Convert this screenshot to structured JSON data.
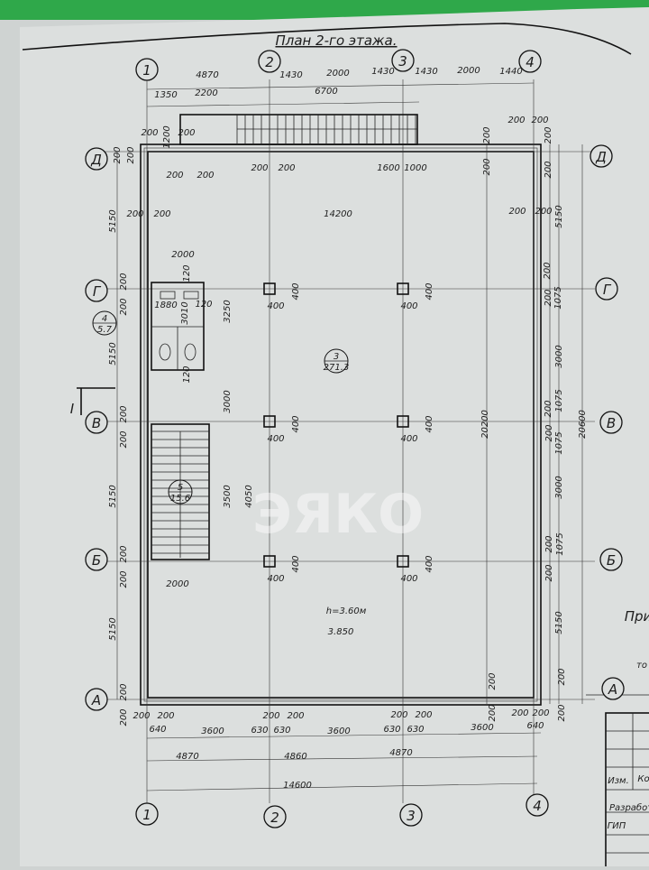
{
  "title": "План 2-го этажа.",
  "watermark": "ЭЯКО",
  "axes": {
    "columns": [
      "1",
      "2",
      "3",
      "4"
    ],
    "rows": [
      "Д",
      "Г",
      "В",
      "Б",
      "А"
    ]
  },
  "rooms": [
    {
      "number": "3",
      "area": "271.3"
    },
    {
      "number": "4",
      "area": "5.7"
    },
    {
      "number": "5",
      "area": "15.6"
    }
  ],
  "height_note": "h=3.60м",
  "level_mark": "3.850",
  "section_mark": "I",
  "dims": {
    "top_row1": [
      "4870",
      "1430",
      "2000",
      "1430",
      "1430",
      "2000",
      "1440"
    ],
    "top_row2": [
      "1350",
      "2200",
      "6700"
    ],
    "top_misc": [
      "200",
      "200",
      "1200",
      "200",
      "200",
      "200",
      "200",
      "200",
      "200"
    ],
    "d_axis": [
      "200",
      "200",
      "200",
      "200",
      "1600",
      "1000",
      "200",
      "200"
    ],
    "span": [
      "200",
      "200",
      "14200",
      "200",
      "200"
    ],
    "left_5150": [
      "5150",
      "5150",
      "5150",
      "5150"
    ],
    "right_5150": [
      "5150",
      "5150"
    ],
    "toilet": [
      "2000",
      "120",
      "1880",
      "3010",
      "120",
      "3250",
      "120"
    ],
    "stair": [
      "3000",
      "3500",
      "4050",
      "2000"
    ],
    "column": "400",
    "right_side": [
      "200",
      "200",
      "1075",
      "3000",
      "200",
      "1075",
      "200",
      "1075",
      "3000",
      "200",
      "1075",
      "200"
    ],
    "overall_vertical": [
      "20200",
      "20600"
    ],
    "bottom_walls": [
      "200",
      "200",
      "200",
      "200",
      "200",
      "200",
      "200",
      "200",
      "200",
      "200"
    ],
    "bottom_row1": [
      "640",
      "3600",
      "630",
      "630",
      "3600",
      "630",
      "630",
      "3600",
      "640"
    ],
    "bottom_row2": [
      "4870",
      "4860",
      "4870"
    ],
    "bottom_total": "14600",
    "axis_wall_200": "200"
  },
  "title_block": {
    "note_partial": "При",
    "note_partial_2": "то",
    "col_izm": "Изм.",
    "col_ko": "Ко",
    "row_developer": "Разработ",
    "row_gip": "ГИП"
  },
  "colors": {
    "paper": "#d9dcdb",
    "ink": "#1d1d1d",
    "green_stripe": "#2fa84a"
  }
}
